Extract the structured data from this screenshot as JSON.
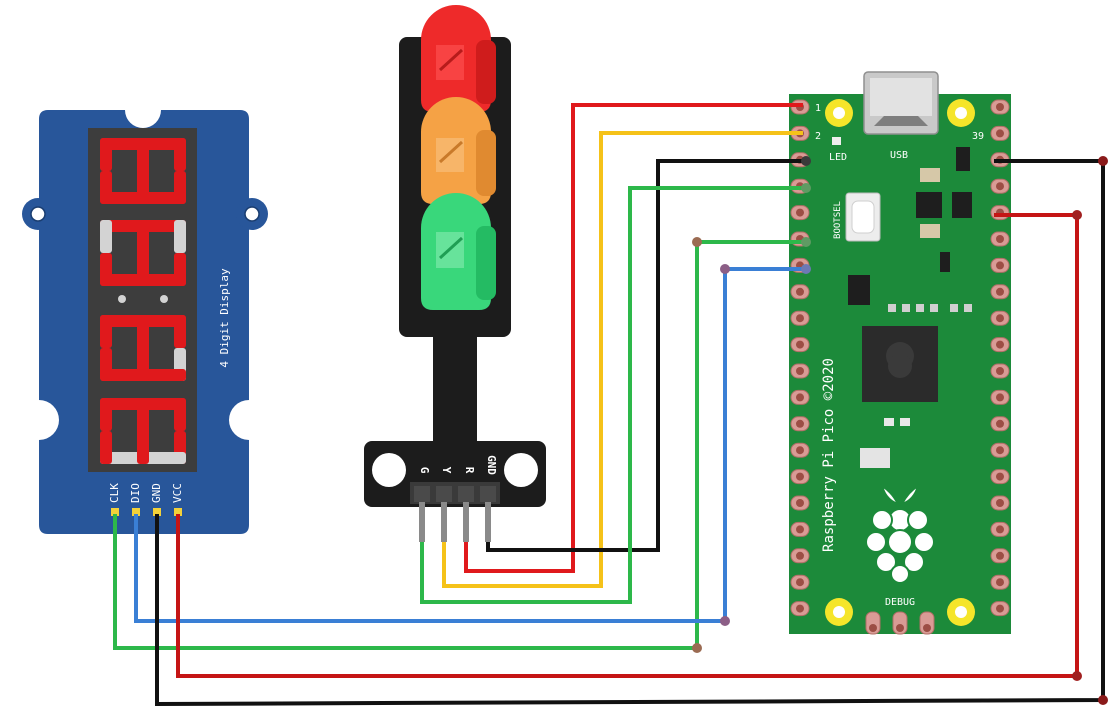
{
  "display": {
    "title": "4 Digit Display",
    "pins": [
      "CLK",
      "DIO",
      "GND",
      "VCC"
    ],
    "digit_on_color": "#e0191c",
    "digit_off_color": "#d3d3d3",
    "board_color": "#28569a"
  },
  "traffic_light": {
    "pins": [
      "G",
      "Y",
      "R",
      "GND"
    ],
    "colors": {
      "red": "#ee2a2a",
      "yellow": "#f5a245",
      "green": "#39d77b"
    }
  },
  "pico": {
    "brand": "Raspberry Pi Pico ©2020",
    "labels": {
      "led": "LED",
      "usb": "USB",
      "bootsel": "BOOTSEL",
      "debug": "DEBUG"
    },
    "pin_numbers": {
      "pin1": "1",
      "pin2": "2",
      "pin39": "39"
    },
    "board_color": "#1c8a3a"
  },
  "wire_colors": {
    "red": "#e0191c",
    "yellow": "#f5c219",
    "black": "#111111",
    "green": "#2db84a",
    "blue": "#3a7fd5"
  }
}
